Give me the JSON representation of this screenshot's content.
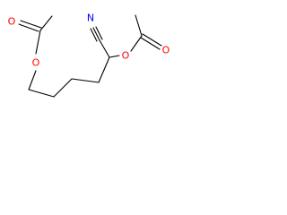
{
  "molecule": {
    "atoms": {
      "ester_left_o": {
        "label": "O",
        "color": "#ff0000"
      },
      "carbonyl_left_o": {
        "label": "O",
        "color": "#ff0000"
      },
      "ester_right_o": {
        "label": "O",
        "color": "#ff0000"
      },
      "carbonyl_right_o": {
        "label": "O",
        "color": "#ff0000"
      },
      "nitrile_n": {
        "label": "N",
        "color": "#0000ff"
      }
    }
  }
}
